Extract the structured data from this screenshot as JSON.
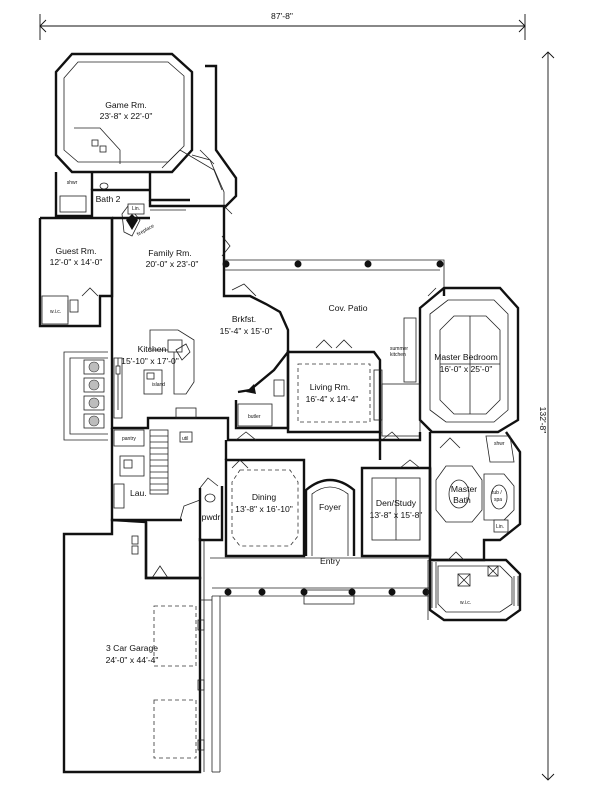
{
  "plan": {
    "overall_width": "87'-8\"",
    "overall_depth": "132'-8\"",
    "rooms": [
      {
        "id": "game",
        "name": "Game Rm.",
        "size": "23'-8\" x 22'-0\""
      },
      {
        "id": "bath2",
        "name": "Bath 2",
        "size": ""
      },
      {
        "id": "guest",
        "name": "Guest Rm.",
        "size": "12'-0\" x 14'-0\""
      },
      {
        "id": "family",
        "name": "Family Rm.",
        "size": "20'-0\" x 23'-0\""
      },
      {
        "id": "brkfst",
        "name": "Brkfst.",
        "size": "15'-4\" x 15'-0\""
      },
      {
        "id": "kitchen",
        "name": "Kitchen",
        "size": "15'-10\" x 17'-0\""
      },
      {
        "id": "covpatio",
        "name": "Cov. Patio",
        "size": ""
      },
      {
        "id": "living",
        "name": "Living Rm.",
        "size": "16'-4\" x 14'-4\""
      },
      {
        "id": "master",
        "name": "Master Bedroom",
        "size": "16'-0\" x 25'-0\""
      },
      {
        "id": "dining",
        "name": "Dining",
        "size": "13'-8\" x 16'-10\""
      },
      {
        "id": "foyer",
        "name": "Foyer",
        "size": ""
      },
      {
        "id": "den",
        "name": "Den/Study",
        "size": "13'-8\" x 15'-8\""
      },
      {
        "id": "masterbath",
        "name": "Master Bath",
        "size": ""
      },
      {
        "id": "entry",
        "name": "Entry",
        "size": ""
      },
      {
        "id": "garage",
        "name": "3 Car Garage",
        "size": "24'-0\" x 44'-4\""
      }
    ],
    "small_labels": {
      "wic_guest": "w.i.c.",
      "wic_master": "w.i.c.",
      "butler": "butler",
      "pantry": "pantry",
      "lau": "Lau.",
      "pwdr": "pwdr",
      "island": "island",
      "fireplace": "fireplace",
      "summer_kitchen_1": "summer",
      "summer_kitchen_2": "kitchen",
      "shwr_game": "shwr",
      "shwr_master": "shwr",
      "lin_family": "Lin.",
      "lin_master": "Lin.",
      "tub_1": "tub /",
      "tub_2": "spa",
      "utility": "util"
    }
  }
}
